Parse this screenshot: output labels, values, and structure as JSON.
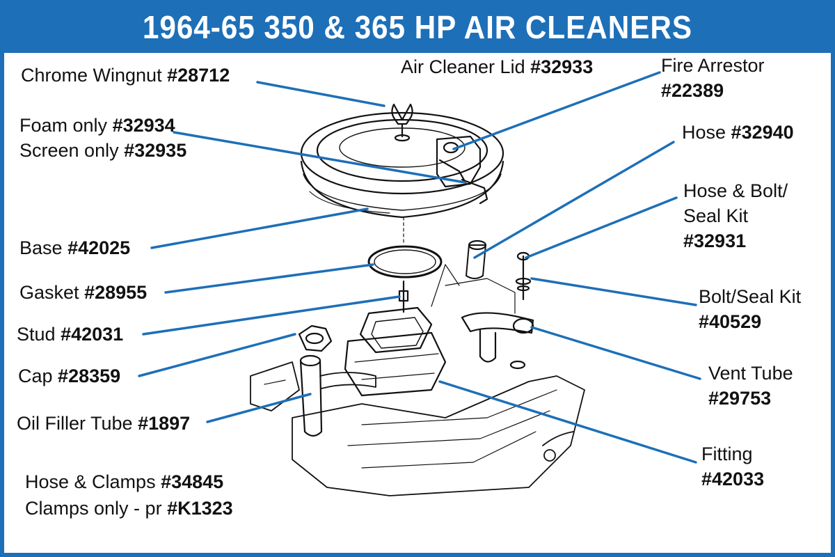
{
  "title": "1964-65 350 & 365 HP AIR CLEANERS",
  "colors": {
    "accent": "#1d6fb8",
    "line": "#1d6fb8",
    "ink": "#111111"
  },
  "labels": {
    "chrome_wingnut": {
      "name": "Chrome Wingnut",
      "part": "#28712"
    },
    "air_cleaner_lid": {
      "name": "Air Cleaner Lid",
      "part": "#32933"
    },
    "fire_arrestor": {
      "name": "Fire Arrestor",
      "part": "#22389"
    },
    "foam_only": {
      "name": "Foam only",
      "part": "#32934"
    },
    "screen_only": {
      "name": "Screen only",
      "part": "#32935"
    },
    "hose": {
      "name": "Hose",
      "part": "#32940"
    },
    "hose_bolt_seal_kit": {
      "name1": "Hose & Bolt/",
      "name2": "Seal Kit",
      "part": "#32931"
    },
    "base": {
      "name": "Base",
      "part": "#42025"
    },
    "gasket": {
      "name": "Gasket",
      "part": "#28955"
    },
    "bolt_seal_kit": {
      "name": "Bolt/Seal Kit",
      "part": "#40529"
    },
    "stud": {
      "name": "Stud",
      "part": "#42031"
    },
    "cap": {
      "name": "Cap",
      "part": "#28359"
    },
    "vent_tube": {
      "name": "Vent Tube",
      "part": "#29753"
    },
    "oil_filler_tube": {
      "name": "Oil Filler Tube",
      "part": "#1897"
    },
    "fitting": {
      "name": "Fitting",
      "part": "#42033"
    },
    "hose_clamps": {
      "name": "Hose & Clamps",
      "part": "#34845"
    },
    "clamps_only": {
      "name": "Clamps only - pr",
      "part": "#K1323"
    }
  }
}
